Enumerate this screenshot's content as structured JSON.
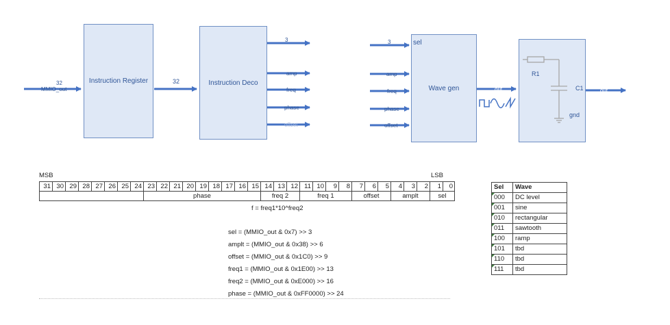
{
  "blocks": {
    "instruction_register": "Instruction Register",
    "instruction_deco": "Instruction Deco",
    "wave_gen": "Wave gen"
  },
  "signals": {
    "mmio_width": "32",
    "mmio_out": "MMIO_out",
    "ir_out_width": "32",
    "deco_sel_width": "3",
    "amp": "amp",
    "freq": "freq",
    "phase": "phase",
    "offset": "offset",
    "wg_sel_width": "3",
    "wg_sel": "sel",
    "wg_amp": "amp",
    "wg_freq": "freq",
    "wg_phase": "phase",
    "wg_offset": "offset",
    "wg_out": "out",
    "filter_out": "out"
  },
  "filter": {
    "r1": "R1",
    "c1": "C1",
    "gnd": "gnd"
  },
  "register": {
    "msb": "MSB",
    "lsb": "LSB",
    "bits": [
      "31",
      "30",
      "29",
      "28",
      "27",
      "26",
      "25",
      "24",
      "23",
      "22",
      "21",
      "20",
      "19",
      "18",
      "17",
      "16",
      "15",
      "14",
      "13",
      "12",
      "11",
      "10",
      "9",
      "8",
      "7",
      "6",
      "5",
      "4",
      "3",
      "2",
      "1",
      "0"
    ],
    "fields": {
      "phase": "phase",
      "freq2": "freq 2",
      "freq1": "freq 1",
      "offset": "offset",
      "amplt": "amplt",
      "sel": "sel"
    },
    "formula": "f = freq1*10^freq2"
  },
  "equations": [
    "sel = (MMIO_out & 0x7) >> 3",
    "amplt = (MMIO_out & 0x38) >> 6",
    "offset = (MMIO_out & 0x1C0) >> 9",
    "freq1 = (MMIO_out & 0x1E00) >> 13",
    "freq2 = (MMIO_out & 0xE000) >> 16",
    "phase = (MMIO_out & 0xFF0000) >> 24"
  ],
  "sel_table": {
    "headers": [
      "Sel",
      "Wave"
    ],
    "rows": [
      [
        "000",
        "DC level"
      ],
      [
        "001",
        "sine"
      ],
      [
        "010",
        "rectangular"
      ],
      [
        "011",
        "sawtooth"
      ],
      [
        "100",
        "ramp"
      ],
      [
        "101",
        "tbd"
      ],
      [
        "110",
        "tbd"
      ],
      [
        "111",
        "tbd"
      ]
    ]
  },
  "colors": {
    "wire": "#4472c4",
    "box_fill": "#dfe8f6",
    "box_border": "#6f8fc4",
    "text_blue": "#2f5597"
  }
}
